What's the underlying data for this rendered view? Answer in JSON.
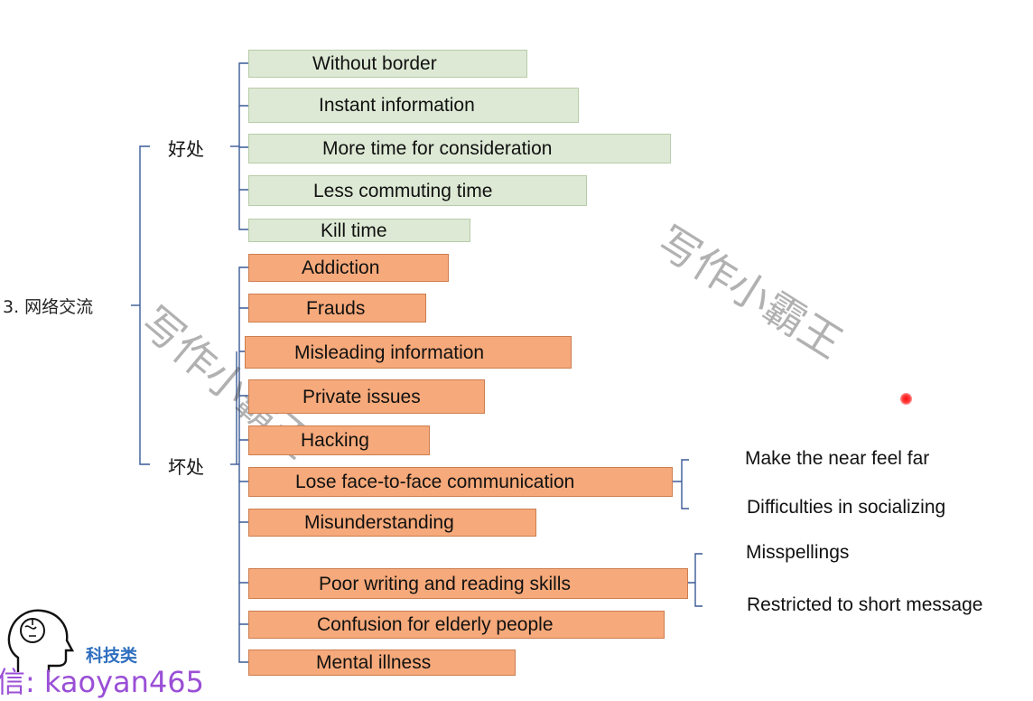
{
  "root": {
    "label": "3. 网络交流"
  },
  "pros": {
    "label": "好处",
    "items": [
      "Without border",
      "Instant information",
      "More time for consideration",
      "Less commuting time",
      "Kill time"
    ]
  },
  "cons": {
    "label": "坏处",
    "items": [
      "Addiction",
      "Frauds",
      "Misleading information",
      "Private issues",
      "Hacking",
      "Lose face-to-face communication",
      "Misunderstanding",
      "Poor writing and reading skills",
      "Confusion for elderly people",
      "Mental illness"
    ]
  },
  "subs": {
    "face": [
      "Make the near feel far",
      "Difficulties in socializing"
    ],
    "poor": [
      "Misspellings",
      "Restricted to short message"
    ]
  },
  "watermark": "写作小霸王",
  "logo": {
    "text": "科技类",
    "sub": "信: kaoyan465"
  },
  "colors": {
    "pros_fill": "#dde9d4",
    "cons_fill": "#f6a97a",
    "line": "#3a5a96"
  }
}
